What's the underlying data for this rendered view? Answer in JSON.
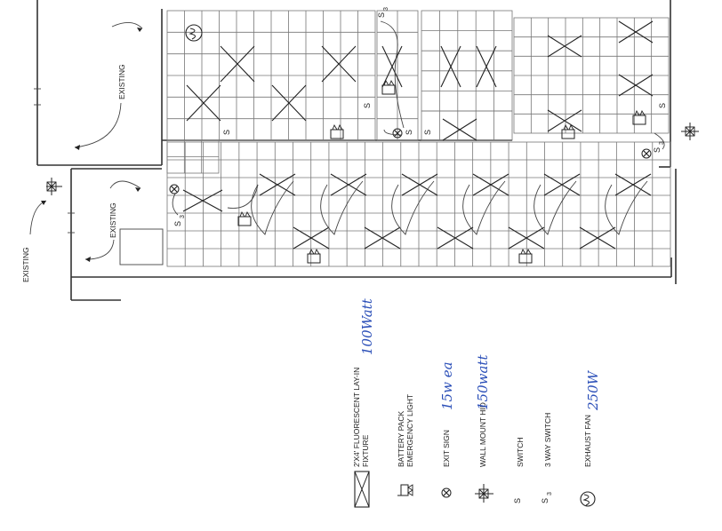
{
  "plan": {
    "existing_labels": [
      "EXISTING",
      "EXISTING",
      "EXISTING"
    ],
    "switch_s": "S",
    "switch_s3": "S",
    "switch_s3_sub": "3"
  },
  "legend": {
    "items": [
      {
        "icon": "fluorescent-fixture-icon",
        "label": "2'X4' FLUORESCENT LAY-IN",
        "label2": "FIXTURE",
        "note": "100Watt"
      },
      {
        "icon": "battery-emergency-light-icon",
        "label": "BATTERY PACK",
        "label2": "EMERGENCY LIGHT",
        "note": ""
      },
      {
        "icon": "exit-sign-icon",
        "label": "EXIT SIGN",
        "label2": "",
        "note": "15w ea"
      },
      {
        "icon": "wall-mount-hid-icon",
        "label": "WALL MOUNT HID",
        "label2": "",
        "note": "150watt"
      },
      {
        "icon": "switch-icon",
        "label": "SWITCH",
        "label2": "",
        "note": ""
      },
      {
        "icon": "three-way-switch-icon",
        "label": "3 WAY SWITCH",
        "label2": "",
        "note": ""
      },
      {
        "icon": "exhaust-fan-icon",
        "label": "EXHAUST FAN",
        "label2": "",
        "note": "250W"
      }
    ]
  }
}
